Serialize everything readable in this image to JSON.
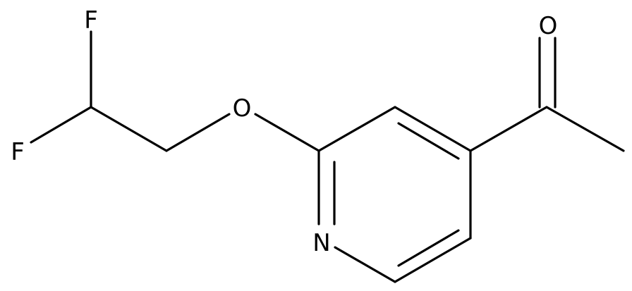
{
  "molecule": {
    "atoms": {
      "f1": "F",
      "f2": "F",
      "o_ether": "O",
      "o_carbonyl": "O",
      "n_ring": "N"
    }
  }
}
